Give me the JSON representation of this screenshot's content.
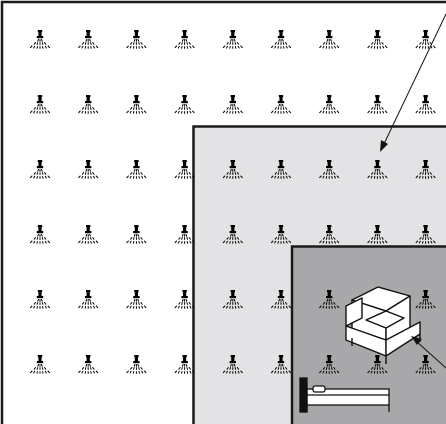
{
  "diagram": {
    "rows": 6,
    "cols": 9,
    "colors": {
      "background": "#ffffff",
      "outline": "#1a1a1a",
      "mid_zone": "#e3e3e5",
      "inner_zone": "#a8a8ab",
      "sprinkler": "#000000"
    },
    "zones": [
      {
        "name": "outer-area",
        "shade": "white"
      },
      {
        "name": "mid-area",
        "shade": "light-gray"
      },
      {
        "name": "inner-area",
        "shade": "dark-gray"
      }
    ],
    "icons": [
      "sprinkler-head-icon",
      "armchair-icon",
      "bed-icon"
    ],
    "callouts": 2
  }
}
